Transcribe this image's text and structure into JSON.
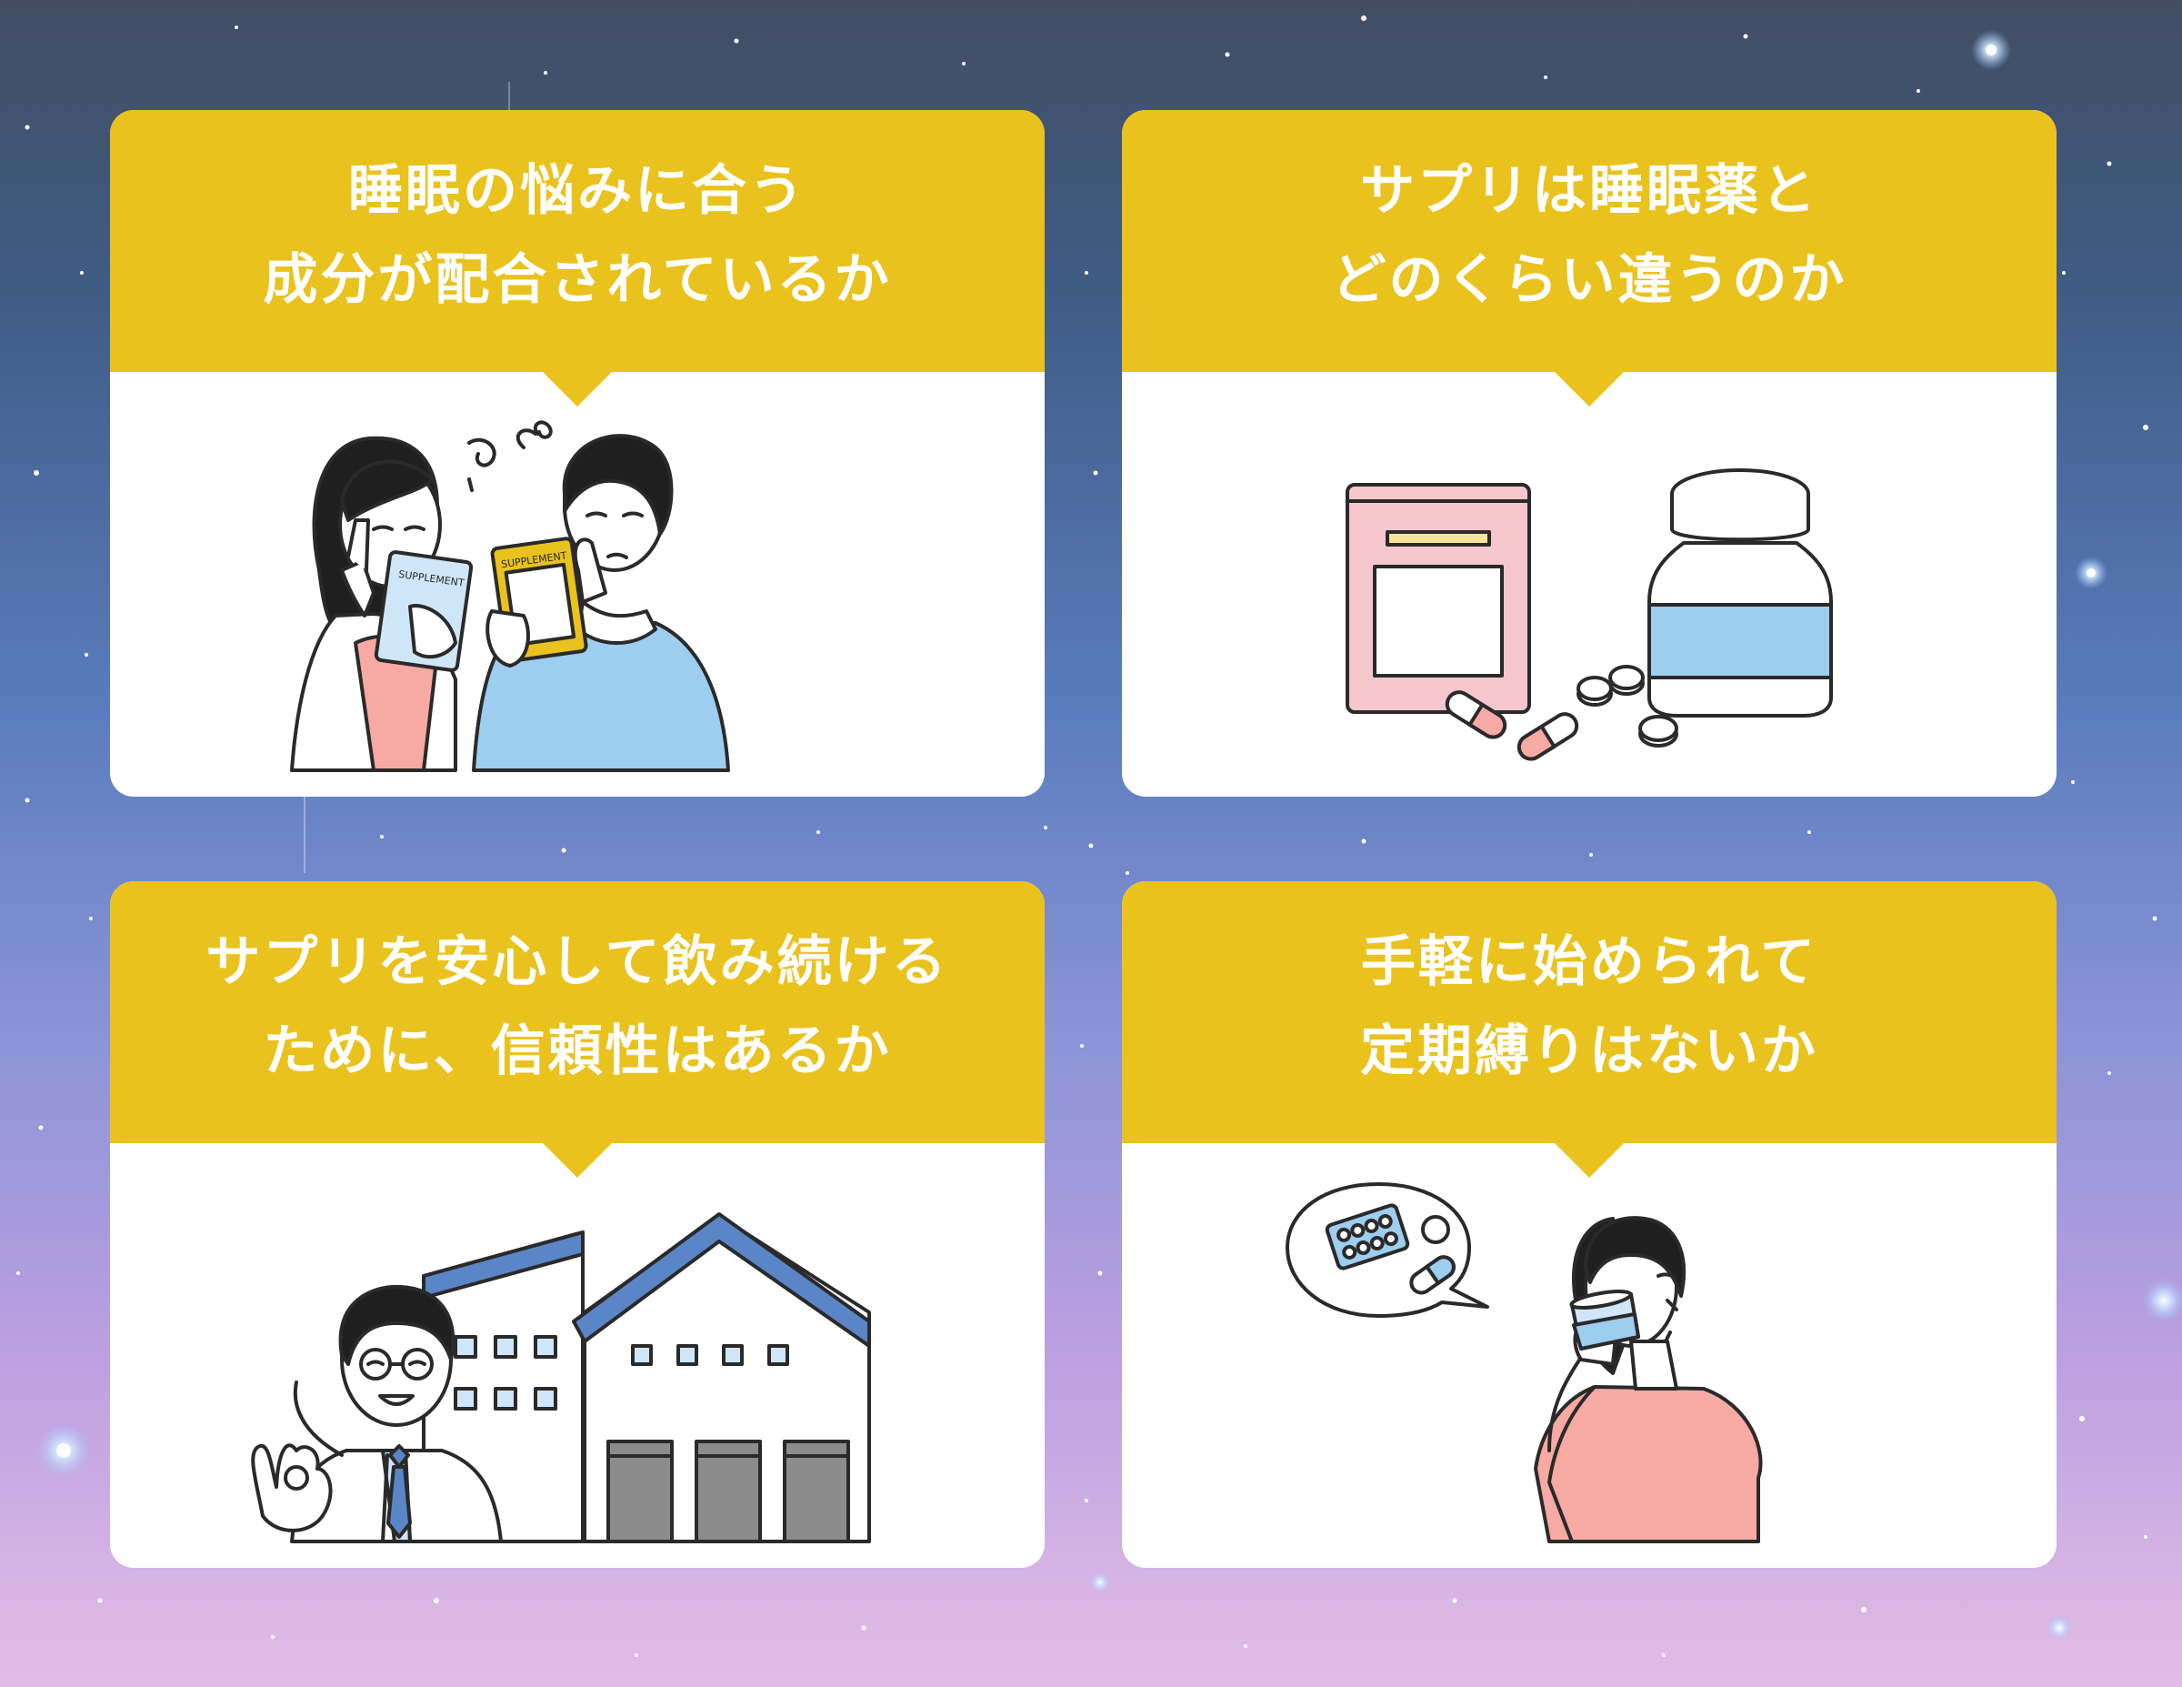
{
  "colors": {
    "header": "#eac21d",
    "card": "#ffffff",
    "title_text": "#ffffff",
    "outline": "#2a2a2a",
    "pink": "#f7a9a3",
    "pink_light": "#f6c6cd",
    "blue": "#9dcdef",
    "blue_light": "#cfe6f8",
    "roof_blue": "#5a86c8",
    "door_gray": "#8c8c8c"
  },
  "cards": [
    {
      "title_lines": [
        "睡眠の悩みに合う",
        "成分が配合されているか"
      ],
      "illustration": "couple-comparing-supplements",
      "package_label": "SUPPLEMENT"
    },
    {
      "title_lines": [
        "サプリは睡眠薬と",
        "どのくらい違うのか"
      ],
      "illustration": "supplement-pouch-and-pill-bottle"
    },
    {
      "title_lines": [
        "サプリを安心して飲み続ける",
        "ために、信頼性はあるか"
      ],
      "illustration": "doctor-ok-sign-with-factory"
    },
    {
      "title_lines": [
        "手軽に始められて",
        "定期縛りはないか"
      ],
      "illustration": "woman-drinking-water-thinking-of-pills"
    }
  ]
}
